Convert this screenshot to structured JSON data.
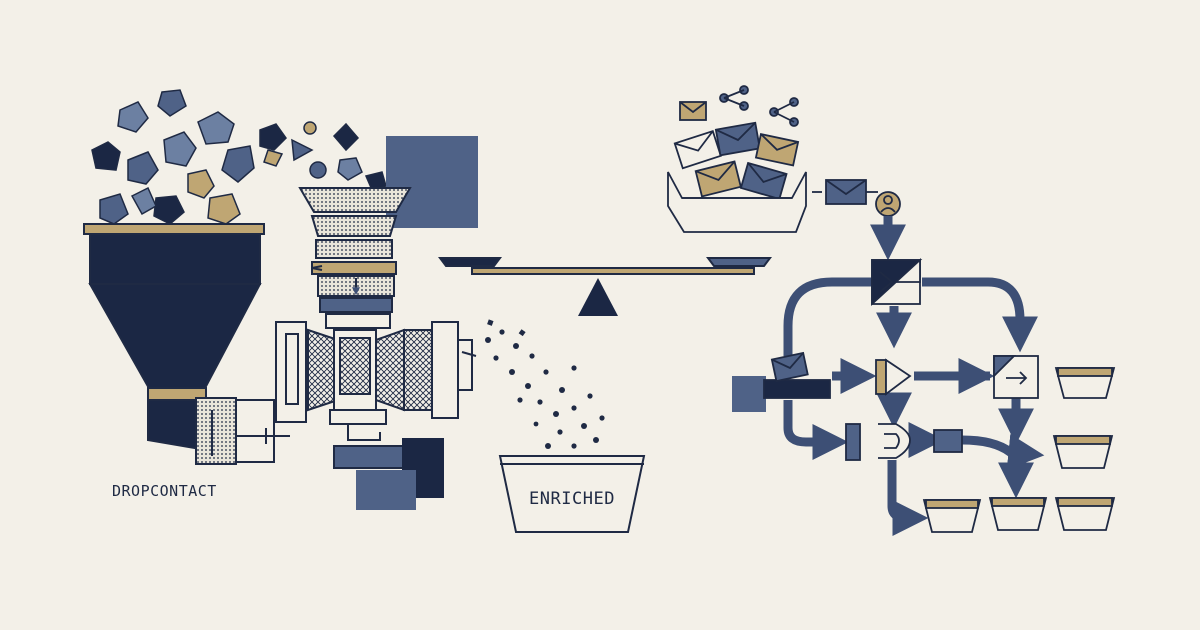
{
  "labels": {
    "machine": "DROPCONTACT",
    "bin": "ENRICHED"
  },
  "colors": {
    "background": "#f3f0e8",
    "navy": "#1b2744",
    "slate": "#4f6287",
    "steel": "#6c80a2",
    "gold": "#bfa673",
    "outline": "#1f2a44"
  },
  "icons": [
    "hexagon-chunk",
    "envelope",
    "share-icon",
    "person-icon",
    "arrow",
    "balance-scale",
    "collection-bin"
  ]
}
